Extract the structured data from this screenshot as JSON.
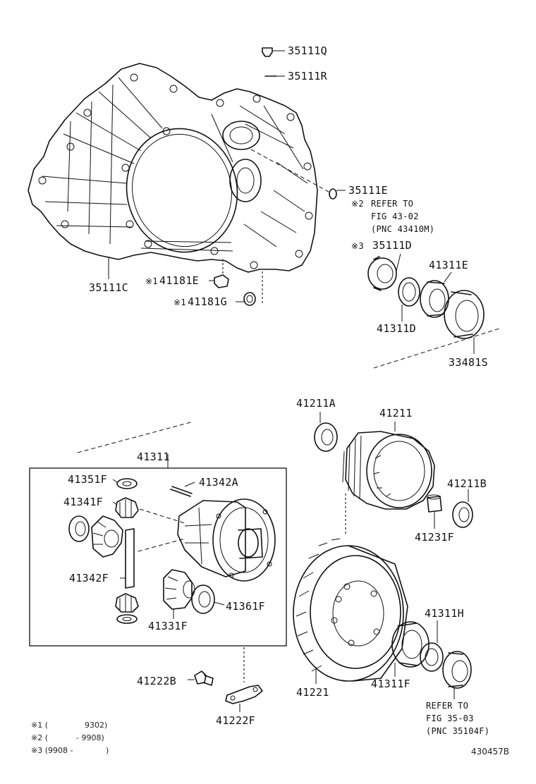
{
  "labels": {
    "p35111q": "35111Q",
    "p35111r": "35111R",
    "p35111e": "35111E",
    "ref2_mark": "※2",
    "ref2_line1": "REFER TO",
    "ref2_line2": "FIG 43-02",
    "ref2_line3": "(PNC 43410M)",
    "ref3_mark": "※3",
    "p35111d": "35111D",
    "p41311e": "41311E",
    "p41311d": "41311D",
    "p33481s": "33481S",
    "p35111c": "35111C",
    "m1a": "※1",
    "p41181e": "41181E",
    "m1b": "※1",
    "p41181g": "41181G",
    "p41211a": "41211A",
    "p41211": "41211",
    "p41211b": "41211B",
    "p41231f": "41231F",
    "p41311": "41311",
    "p41351f": "41351F",
    "p41342a": "41342A",
    "p41341f": "41341F",
    "p41342f": "41342F",
    "p41331f": "41331F",
    "p41361f": "41361F",
    "p41311h": "41311H",
    "p41311f": "41311F",
    "p41221": "41221",
    "p41222b": "41222B",
    "p41222f": "41222F",
    "ref35_line1": "REFER TO",
    "ref35_line2": "FIG 35-03",
    "ref35_line3": "(PNC 35104F)"
  },
  "notes": {
    "n1_mark": "※1 (",
    "n1_date": "9302)",
    "n2_mark": "※2 (",
    "n2_date": "- 9908)",
    "n3_mark": "※3 (9908 -",
    "n3_close": ")"
  },
  "figure_id": "430457B"
}
